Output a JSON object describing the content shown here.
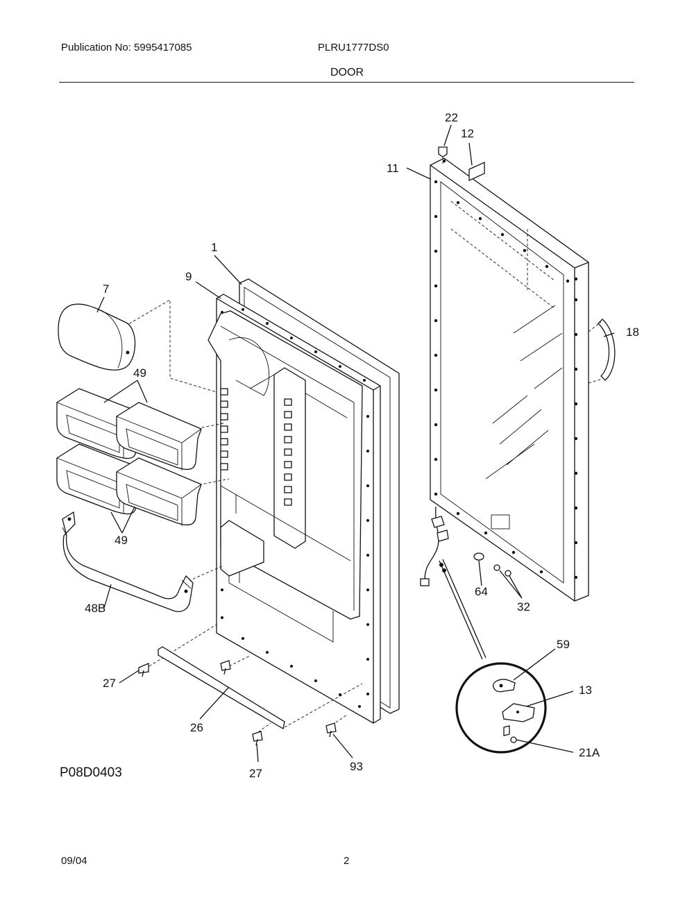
{
  "header": {
    "publication": "Publication No: 5995417085",
    "model": "PLRU1777DS0",
    "section_title": "DOOR"
  },
  "diagram_code": "P08D0403",
  "footer": {
    "date": "09/04",
    "page": "2"
  },
  "callouts": {
    "c1": "1",
    "c7": "7",
    "c9": "9",
    "c11": "11",
    "c12": "12",
    "c13": "13",
    "c18": "18",
    "c21a": "21A",
    "c22": "22",
    "c26": "26",
    "c27a": "27",
    "c27b": "27",
    "c32": "32",
    "c48b": "48B",
    "c49a": "49",
    "c49b": "49",
    "c59": "59",
    "c64": "64",
    "c93": "93"
  }
}
